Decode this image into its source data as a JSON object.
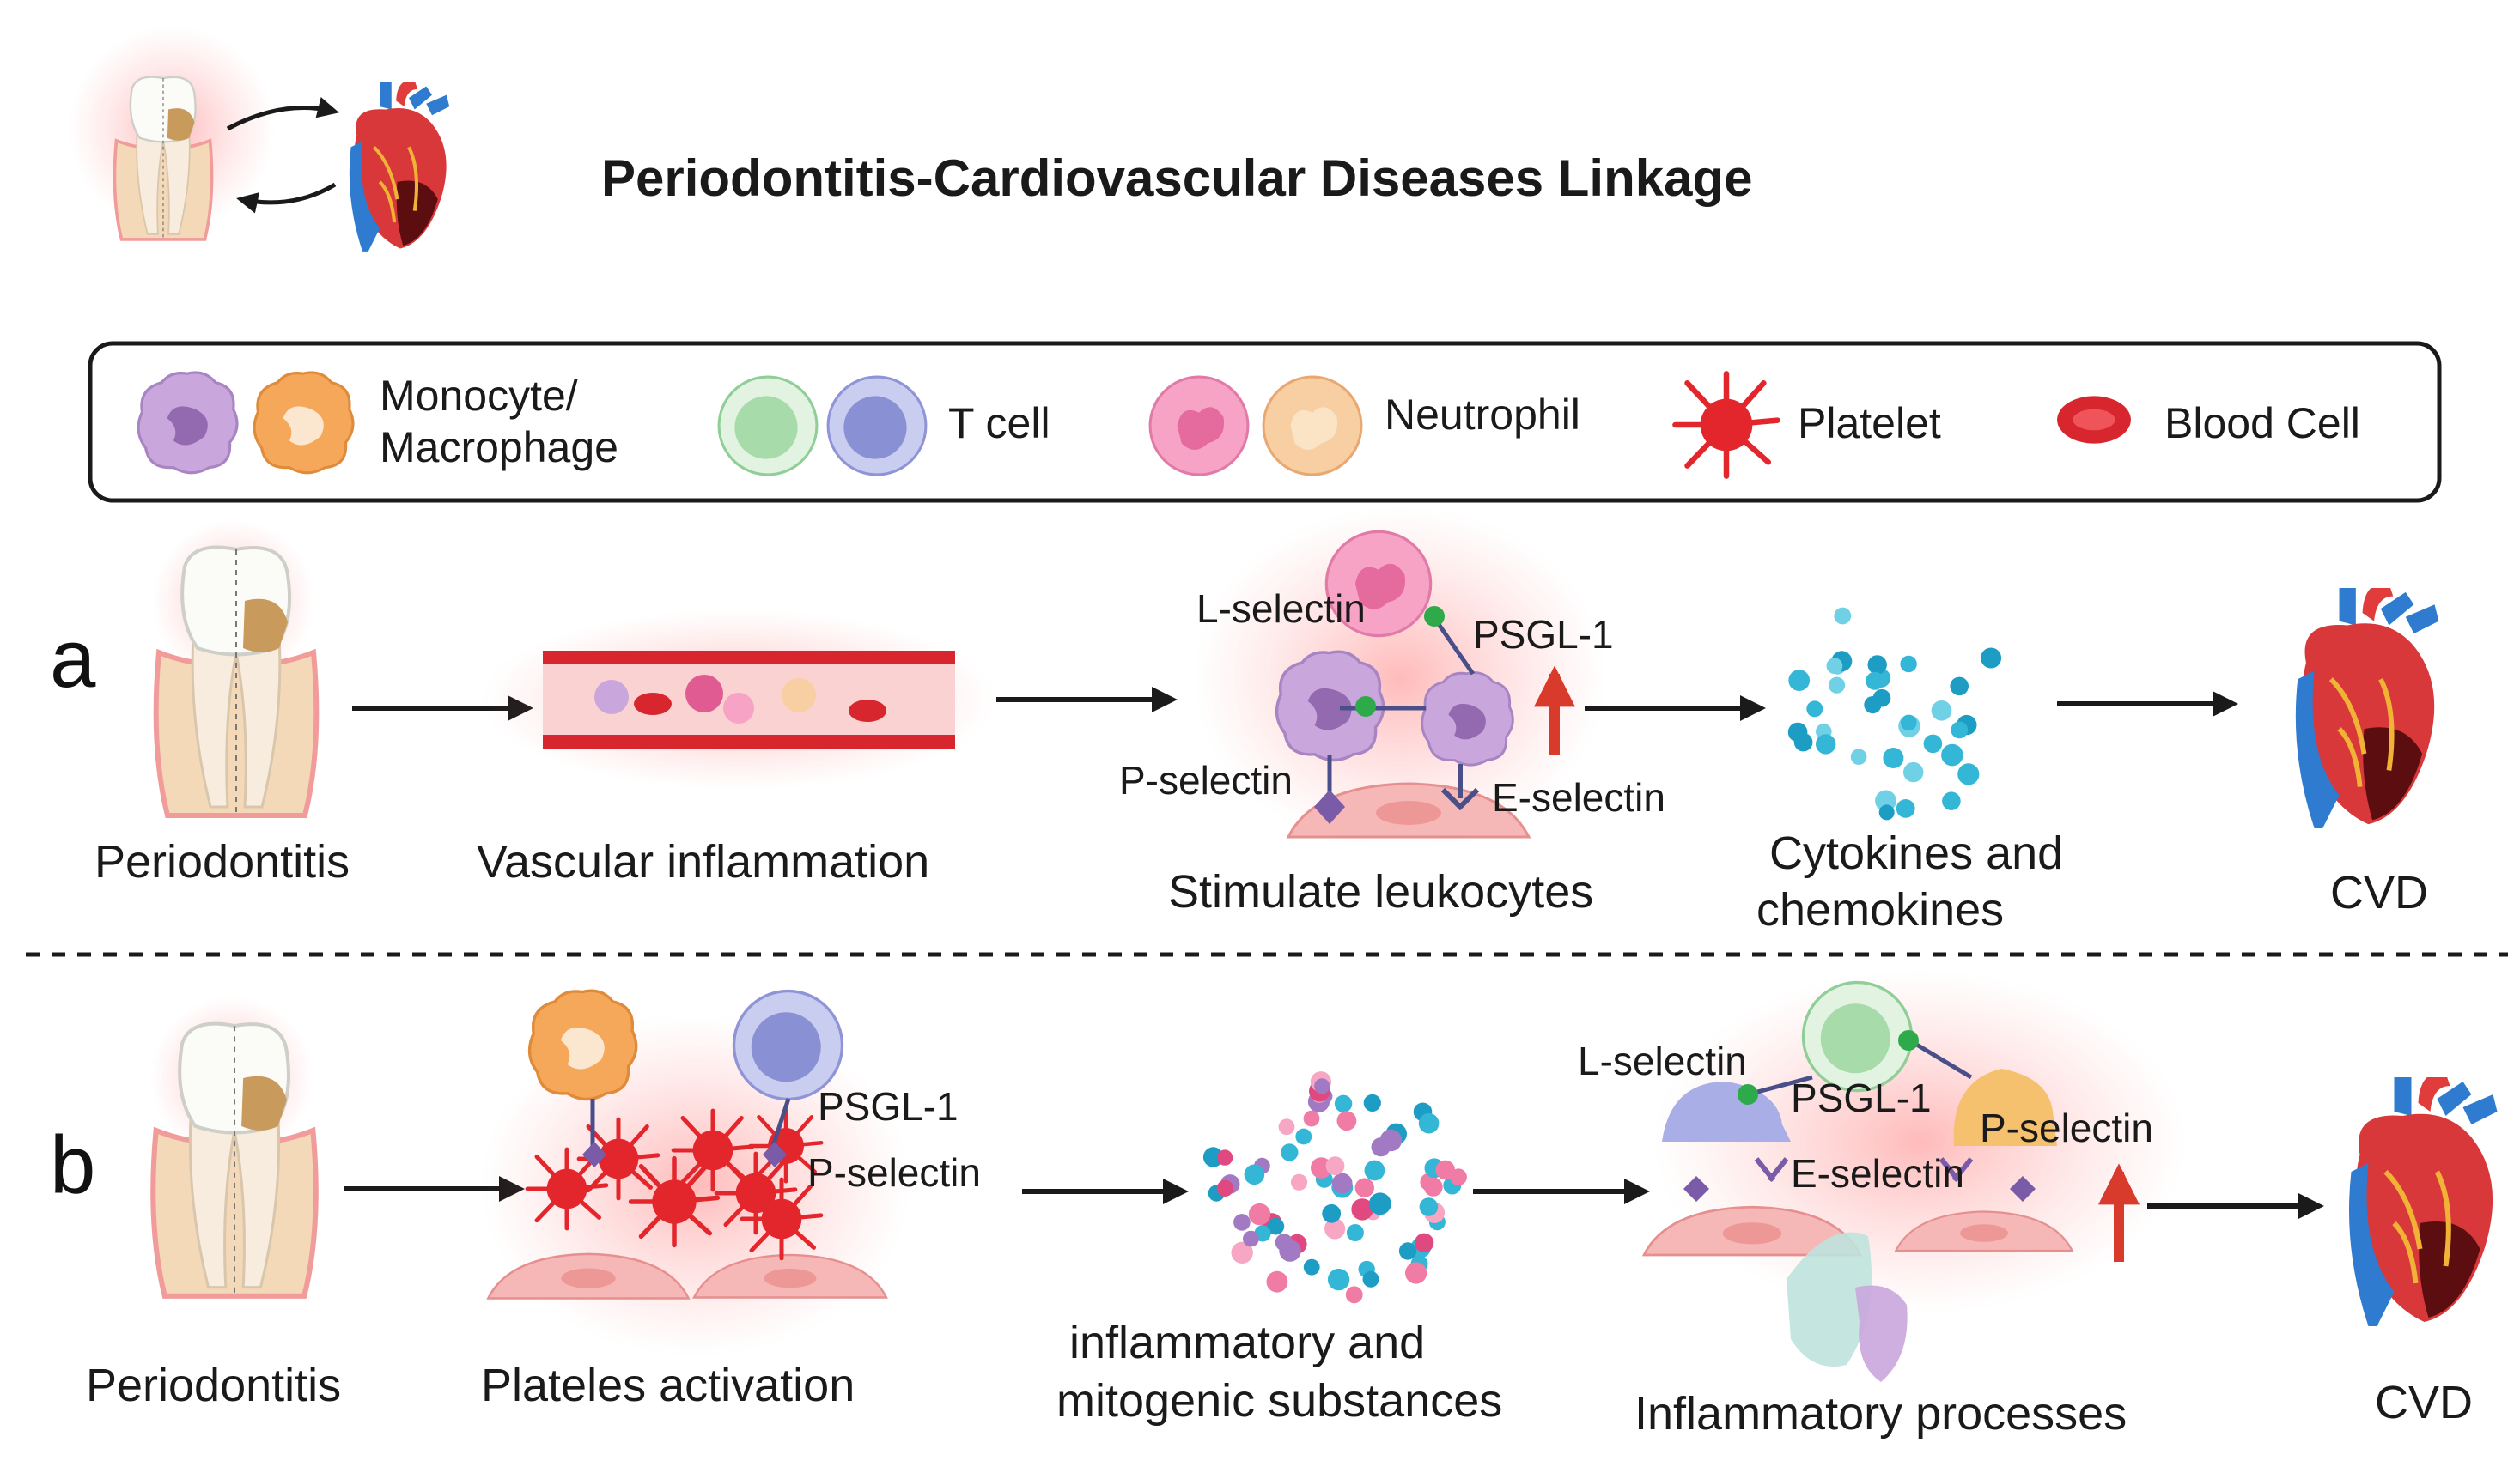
{
  "title": "Periodontitis-Cardiovascular Diseases Linkage",
  "legend": {
    "monocyte_line1": "Monocyte/",
    "monocyte_line2": "Macrophage",
    "tcell": "T cell",
    "neutrophil": "Neutrophil",
    "platelet": "Platelet",
    "blood_cell": "Blood Cell"
  },
  "panel_a": {
    "letter": "a",
    "steps": {
      "periodontitis": "Periodontitis",
      "vascular": "Vascular inflammation",
      "stimulate": "Stimulate leukocytes",
      "cytokines_line1": "Cytokines and",
      "cytokines_line2": "chemokines",
      "cvd": "CVD"
    },
    "selectins": {
      "l": "L-selectin",
      "psgl": "PSGL-1",
      "p": "P-selectin",
      "e": "E-selectin"
    }
  },
  "panel_b": {
    "letter": "b",
    "steps": {
      "periodontitis": "Periodontitis",
      "platelets": "Plateles activation",
      "substances_line1": "inflammatory and",
      "substances_line2": "mitogenic substances",
      "processes": "Inflammatory processes",
      "cvd": "CVD"
    },
    "selectins": {
      "psgl_left": "PSGL-1",
      "p_left": "P-selectin",
      "l": "L-selectin",
      "psgl_right": "PSGL-1",
      "p_right": "P-selectin",
      "e": "E-selectin"
    }
  },
  "colors": {
    "monocyte_purple": "#c9a6dc",
    "macrophage_orange": "#f6a85a",
    "tcell_green": "#cdeccf",
    "tcell_blue": "#a9aee6",
    "neutrophil_pink": "#f6a3c6",
    "neutrophil_peach": "#f8cfa3",
    "platelet_red": "#e3262c",
    "blood_red": "#d8262f",
    "inflammation_glow": "#ff3b3b",
    "arrow": "#1a1a1a",
    "up_arrow": "#d83a2c",
    "dot_cyan": "#34b6d6",
    "dot_pink": "#f07ca6"
  }
}
